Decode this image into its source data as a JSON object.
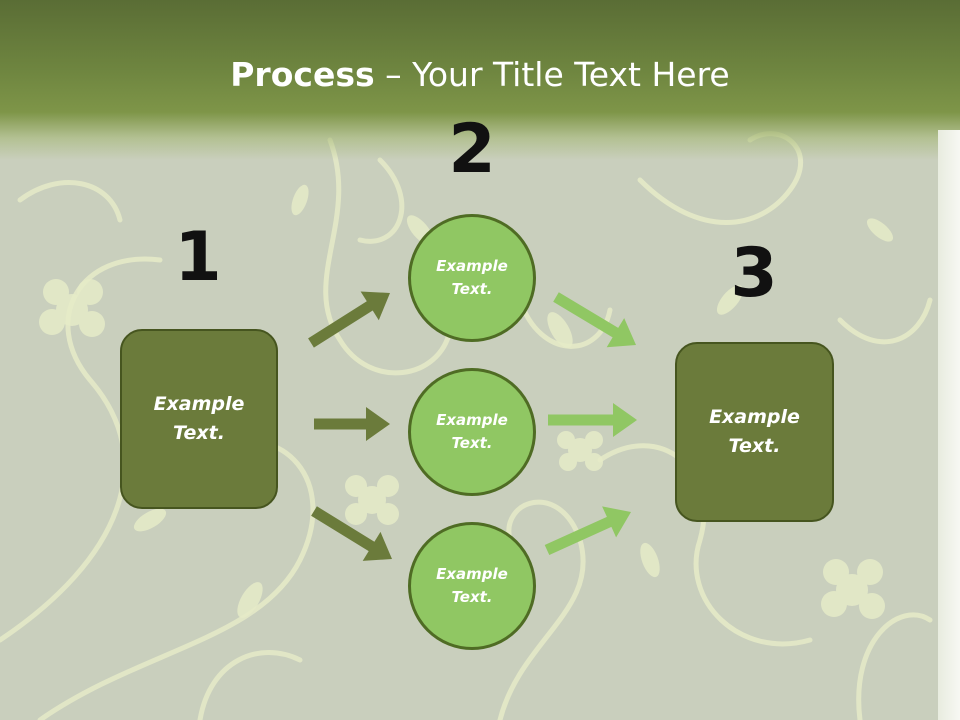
{
  "slide": {
    "title_bold": "Process",
    "title_rest": " – Your Title Text Here",
    "step_numbers": [
      "1",
      "2",
      "3"
    ],
    "left_box": {
      "text": "Example\nText."
    },
    "right_box": {
      "text": "Example\nText."
    },
    "circles": [
      {
        "text": "Example\nText."
      },
      {
        "text": "Example\nText."
      },
      {
        "text": "Example\nText."
      }
    ]
  },
  "colors": {
    "title_band": "#6f8640",
    "box_fill": "#6b7b3b",
    "circle_fill": "#90c763",
    "dark_arrow": "#6b7b3b",
    "light_arrow": "#90c763",
    "background": "#c9cfbd",
    "pattern": "#e6ebc8"
  }
}
